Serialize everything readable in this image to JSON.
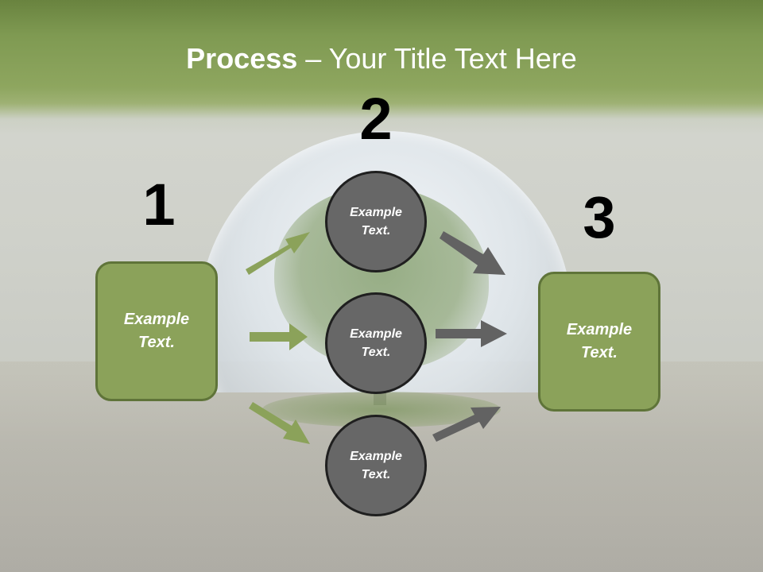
{
  "title": {
    "bold": "Process",
    "rest": " – Your Title Text Here"
  },
  "steps": [
    {
      "number": "1"
    },
    {
      "number": "2"
    },
    {
      "number": "3"
    }
  ],
  "left_box": {
    "line1": "Example",
    "line2": "Text."
  },
  "right_box": {
    "line1": "Example",
    "line2": "Text."
  },
  "circles": [
    {
      "line1": "Example",
      "line2": "Text."
    },
    {
      "line1": "Example",
      "line2": "Text."
    },
    {
      "line1": "Example",
      "line2": "Text."
    }
  ],
  "colors": {
    "green_arrow": "#8ba25a",
    "gray_arrow": "#626262",
    "box_fill": "#8ba25a",
    "circle_fill": "#676767"
  }
}
